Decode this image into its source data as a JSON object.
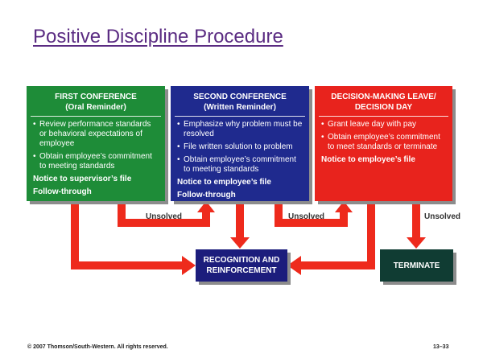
{
  "title": "Positive Discipline Procedure",
  "stages": [
    {
      "heading": "FIRST CONFERENCE",
      "subheading": "(Oral Reminder)",
      "bullets": [
        "Review performance standards or behavioral expectations of employee",
        "Obtain employee’s commitment to meeting standards"
      ],
      "notes": [
        "Notice to supervisor’s file",
        "Follow-through"
      ]
    },
    {
      "heading": "SECOND CONFERENCE",
      "subheading": "(Written Reminder)",
      "bullets": [
        "Emphasize why problem must be resolved",
        "File written solution to problem",
        "Obtain employee’s commitment to meeting standards"
      ],
      "notes": [
        "Notice to employee’s file",
        "Follow-through"
      ]
    },
    {
      "heading": "DECISION-MAKING LEAVE/",
      "subheading": "DECISION DAY",
      "bullets": [
        "Grant leave day with pay",
        "Obtain employee’s commitment to meet standards or terminate"
      ],
      "notes": [
        "Notice to employee’s file"
      ]
    }
  ],
  "outcomes": {
    "recognition": "RECOGNITION AND REINFORCEMENT",
    "terminate": "TERMINATE"
  },
  "flow_labels": [
    "Unsolved",
    "Unsolved",
    "Unsolved"
  ],
  "bullet_glyph": "•",
  "footer": {
    "copyright": "© 2007 Thomson/South-Western. All rights reserved.",
    "page": "13–33"
  },
  "colors": {
    "first_stage": "#1e8c38",
    "second_stage": "#1f2a8e",
    "third_stage": "#e8231d",
    "recognition": "#1c1d7c",
    "terminate": "#103c33",
    "arrow": "#ee2a1c",
    "title": "#5a2b82"
  }
}
